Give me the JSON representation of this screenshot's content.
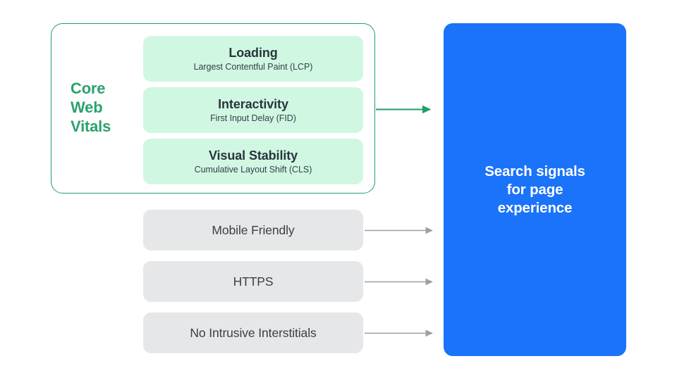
{
  "diagram": {
    "title": "Search signals for page experience",
    "colors": {
      "accent_green": "#1E9E6A",
      "label_green": "#2BA26E",
      "card_green_fill": "#D0F7E2",
      "card_gray_fill": "#E6E7E8",
      "panel_blue": "#1A73F8",
      "arrow_gray": "#9AA0A6",
      "text_dark": "#3C4043",
      "background": "#FFFFFF"
    }
  },
  "core_web_vitals": {
    "group_label_lines": [
      "Core",
      "Web",
      "Vitals"
    ],
    "group_label_text": "Core Web Vitals",
    "metrics": [
      {
        "title": "Loading",
        "subtitle": "Largest Contentful Paint (LCP)",
        "abbreviation": "LCP"
      },
      {
        "title": "Interactivity",
        "subtitle": "First Input Delay (FID)",
        "abbreviation": "FID"
      },
      {
        "title": "Visual Stability",
        "subtitle": "Cumulative Layout Shift (CLS)",
        "abbreviation": "CLS"
      }
    ]
  },
  "other_signals": [
    {
      "label": "Mobile Friendly"
    },
    {
      "label": "HTTPS"
    },
    {
      "label": "No Intrusive Interstitials"
    }
  ],
  "result_panel": {
    "text": "Search signals\nfor page\nexperience"
  }
}
